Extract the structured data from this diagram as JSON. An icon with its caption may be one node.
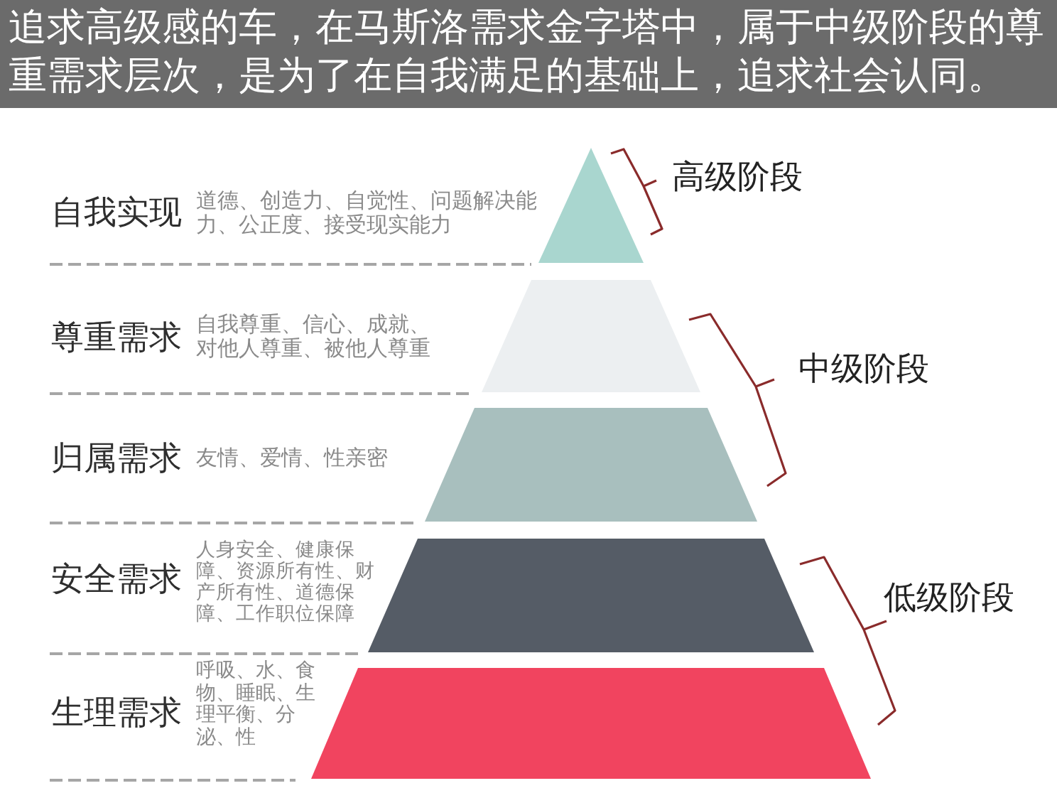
{
  "diagram": {
    "title": "追求高级感的车，在马斯洛需求金字塔中，属于中级阶段的尊重需求层次，是为了在自我满足的基础上，追求社会认同。",
    "nodes": [
      {
        "text": [],
        "shape": "triangle",
        "beside": [
          "自我实现",
          "道德、创造力、自觉性、问题解决能力、公正度、接受现实能力"
        ]
      },
      {
        "text": [],
        "shape": "trapezoid",
        "beside": [
          "尊重需求",
          "自我尊重、信心、成就、对他人尊重、被他人尊重"
        ]
      },
      {
        "text": [],
        "shape": "trapezoid",
        "beside": [
          "归属需求",
          "友情、爱情、性亲密"
        ]
      },
      {
        "text": [],
        "shape": "trapezoid",
        "beside": [
          "安全需求",
          "人身安全、健康保障、资源所有性、财产所有性、道德保障、工作职位保障"
        ]
      },
      {
        "text": [],
        "shape": "trapezoid",
        "beside": [
          "生理需求",
          "呼吸、水、食物、睡眠、生理平衡、分泌、性"
        ]
      }
    ],
    "labels": [
      "高级阶段",
      "中级阶段",
      "低级阶段"
    ]
  }
}
